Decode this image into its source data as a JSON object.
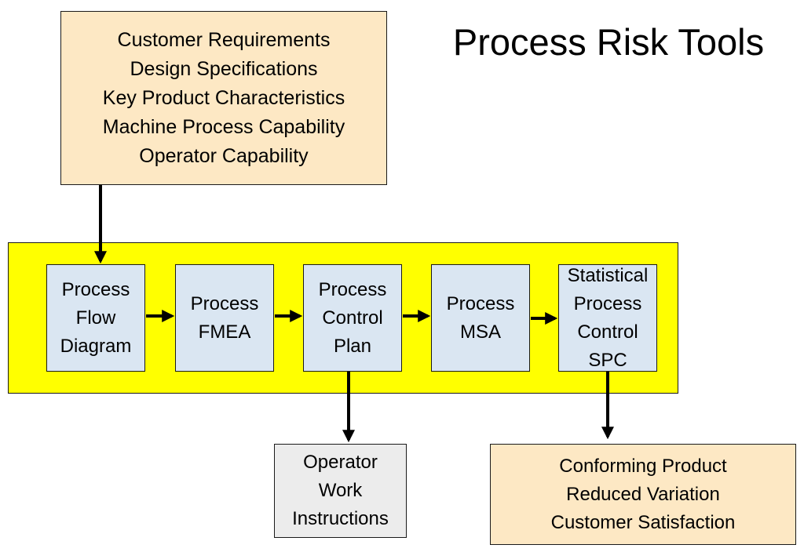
{
  "title": "Process Risk Tools",
  "inputs": [
    "Customer Requirements",
    "Design Specifications",
    "Key Product Characteristics",
    "Machine Process Capability",
    "Operator Capability"
  ],
  "steps": [
    [
      "Process",
      "Flow",
      "Diagram"
    ],
    [
      "Process",
      "FMEA"
    ],
    [
      "Process",
      "Control",
      "Plan"
    ],
    [
      "Process",
      "MSA"
    ],
    [
      "Statistical",
      "Process",
      "Control",
      "SPC"
    ]
  ],
  "operator_box": [
    "Operator",
    "Work",
    "Instructions"
  ],
  "outputs": [
    "Conforming Product",
    "Reduced Variation",
    "Customer Satisfaction"
  ],
  "colors": {
    "inputs_fill": "#fde8c4",
    "band_fill": "#ffff00",
    "step_fill": "#dae6f2",
    "operator_fill": "#ececec",
    "outputs_fill": "#fde8c4"
  }
}
